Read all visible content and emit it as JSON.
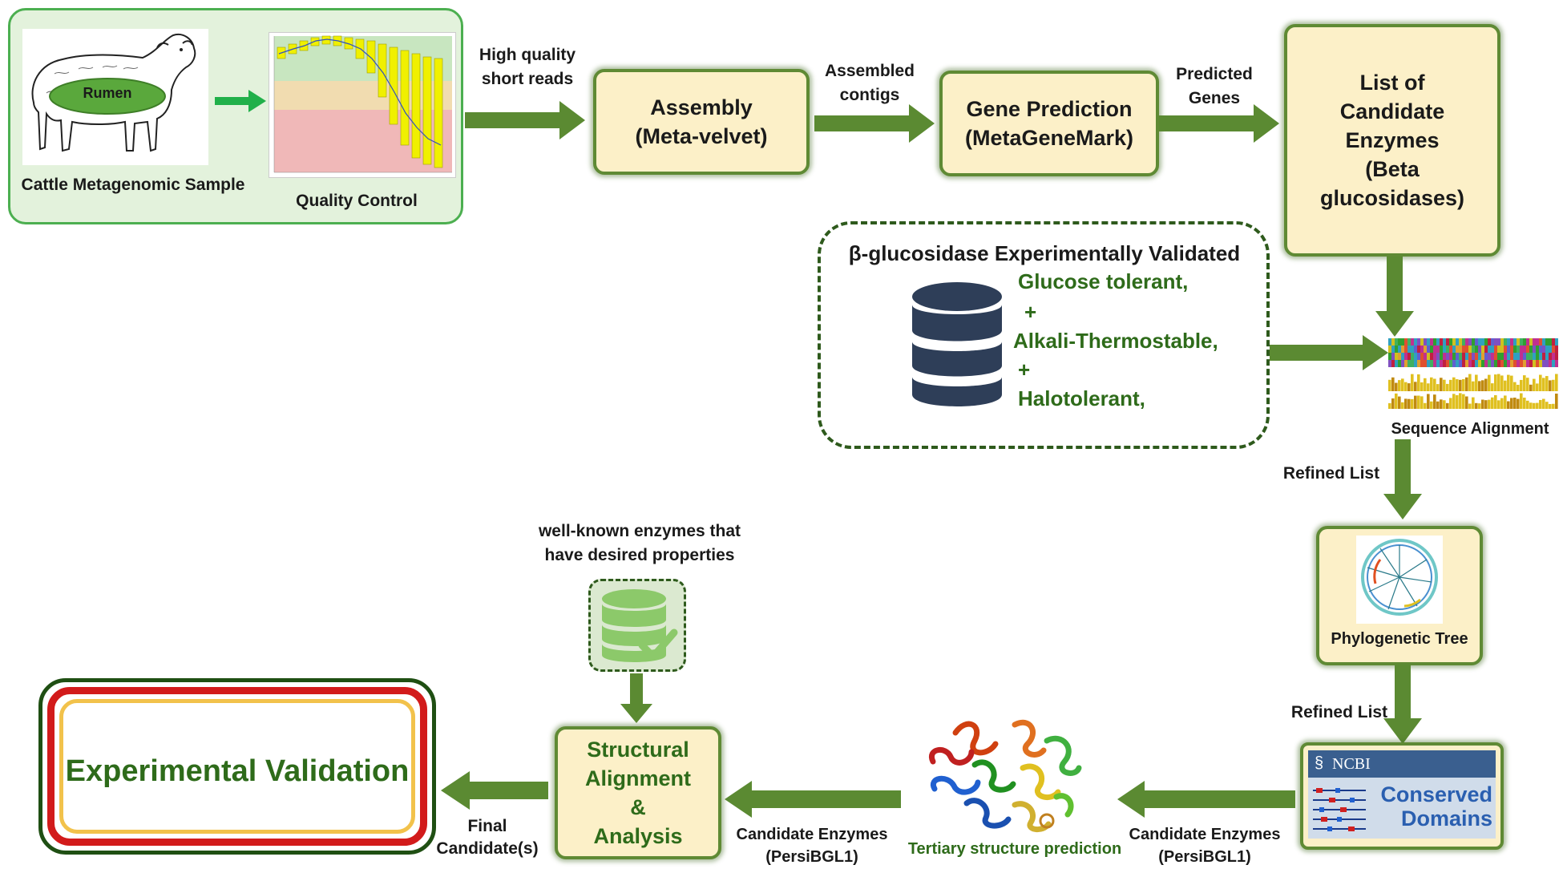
{
  "colors": {
    "arrow": "#5b8a32",
    "box_fill": "#fcf0c8",
    "box_border": "#5f8a34",
    "panel_fill": "#e3f2dc",
    "panel_border": "#4caf50",
    "rumen": "#5aa83c",
    "db": "#2e3e58",
    "green_text": "#2e6b1a",
    "validation_outer": "#1f4f13",
    "validation_red": "#d21b1b",
    "validation_yellow": "#f2c24b"
  },
  "sample": {
    "rumen_label": "Rumen",
    "sample_caption": "Cattle Metagenomic Sample",
    "qc_caption": "Quality Control"
  },
  "edges": {
    "high_quality_1": "High quality",
    "high_quality_2": "short reads",
    "assembled_1": "Assembled",
    "assembled_2": "contigs",
    "predicted_1": "Predicted",
    "predicted_2": "Genes",
    "refined_1": "Refined List",
    "refined_2": "Refined List",
    "candidate_right_1": "Candidate Enzymes",
    "candidate_right_2": "(PersiBGL1)",
    "candidate_left_1": "Candidate Enzymes",
    "candidate_left_2": "(PersiBGL1)",
    "final_1": "Final",
    "final_2": "Candidate(s)"
  },
  "boxes": {
    "assembly_1": "Assembly",
    "assembly_2": "(Meta-velvet)",
    "gene_1": "Gene Prediction",
    "gene_2": "(MetaGeneMark)",
    "list_1": "List of",
    "list_2": "Candidate",
    "list_3": "Enzymes",
    "list_4": "(Beta",
    "list_5": "glucosidases)",
    "structural_1": "Structural",
    "structural_2": "Alignment",
    "structural_3": "&",
    "structural_4": "Analysis"
  },
  "validated_db": {
    "title": "β-glucosidase Experimentally Validated",
    "prop_1": "Glucose tolerant,",
    "plus_1": "+",
    "prop_2": "Alkali-Thermostable,",
    "plus_2": "+",
    "prop_3": "Halotolerant,"
  },
  "steps": {
    "sequence_alignment": "Sequence Alignment",
    "phylogenetic_tree": "Phylogenetic Tree",
    "ncbi": "NCBI",
    "conserved_1": "Conserved",
    "conserved_2": "Domains",
    "tertiary": "Tertiary structure prediction",
    "known_1": "well-known enzymes that",
    "known_2": "have desired properties"
  },
  "final": {
    "title": "Experimental Validation"
  }
}
